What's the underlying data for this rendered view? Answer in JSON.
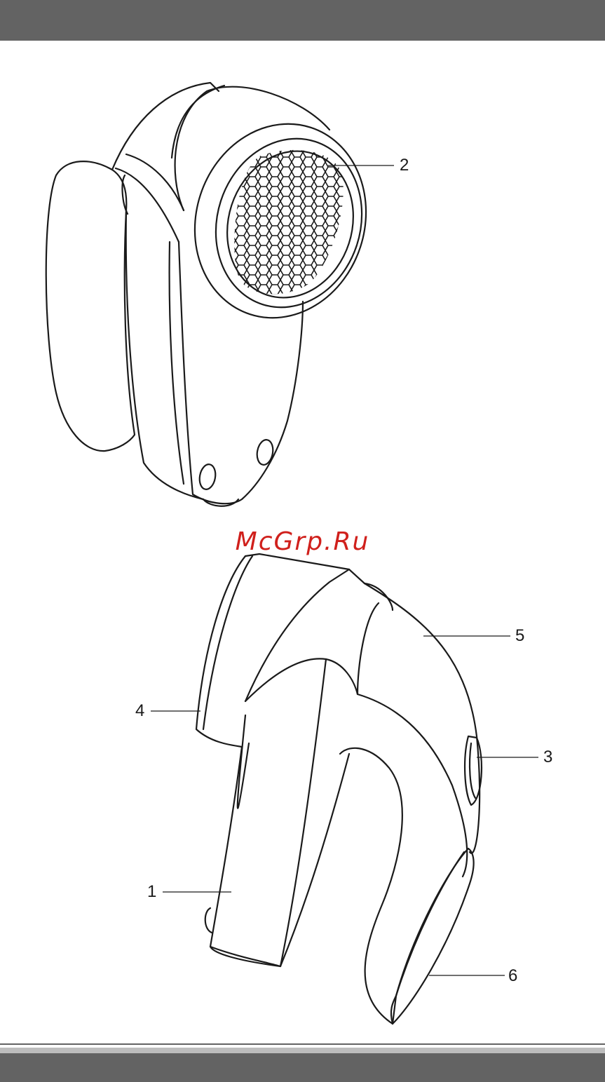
{
  "watermark": "McGrp.Ru",
  "callouts": {
    "c1": "1",
    "c2": "2",
    "c3": "3",
    "c4": "4",
    "c5": "5",
    "c6": "6"
  },
  "colors": {
    "bar": "#636363",
    "stripe": "#bdbdbd",
    "watermark": "#d0201c",
    "line": "#1a1a1a"
  }
}
